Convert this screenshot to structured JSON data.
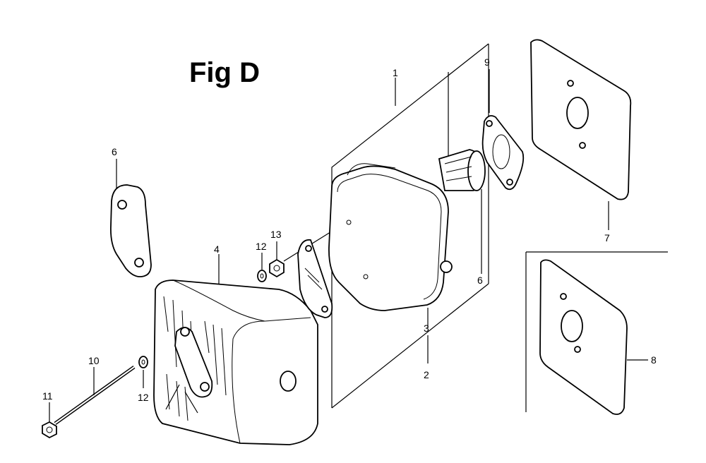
{
  "figure": {
    "title": "Fig D"
  },
  "callouts": {
    "c1": "1",
    "c2": "2",
    "c3": "3",
    "c4": "4",
    "c5": "6",
    "c6": "6",
    "c7": "7",
    "c8": "8",
    "c9": "9",
    "c10": "10",
    "c11": "11",
    "c12a": "12",
    "c12b": "12",
    "c13": "13"
  },
  "parts": [
    "side-plate",
    "muffler-protector",
    "muffler-body",
    "heat-gasket",
    "exhaust-gasket",
    "spark-arrester-screen",
    "insulator-plate-7",
    "insulator-plate-8",
    "long-bolt",
    "flange-nut",
    "washer",
    "nut"
  ]
}
